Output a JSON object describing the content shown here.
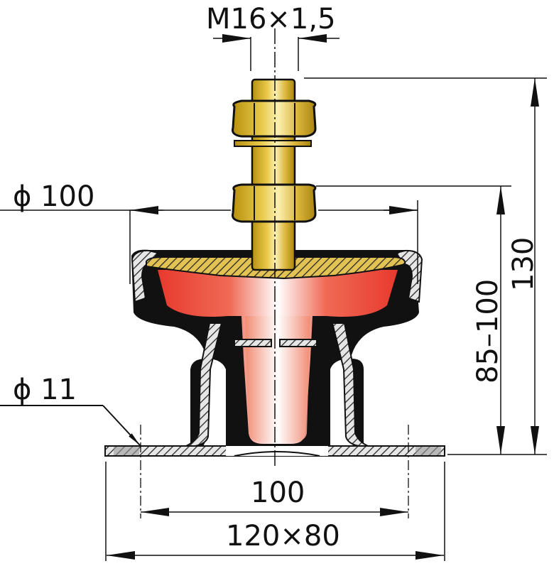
{
  "drawing": {
    "subject": "flexible engine mount cross-section",
    "colors": {
      "brass": "#d9b237",
      "brass_light": "#f6e7a0",
      "brass_dark": "#a88412",
      "rubber_red": "#e8392e",
      "rubber_light": "#f7b7a3",
      "rubber_black": "#111111",
      "steel_hatch": "#bdbdbd",
      "line": "#111111"
    }
  },
  "dimensions": {
    "thread": "M16×1,5",
    "top_diameter": "ϕ 100",
    "hole_diameter": "ϕ 11",
    "height_range": "85–100",
    "total_height": "130",
    "hole_spacing": "100",
    "base_size": "120×80"
  }
}
